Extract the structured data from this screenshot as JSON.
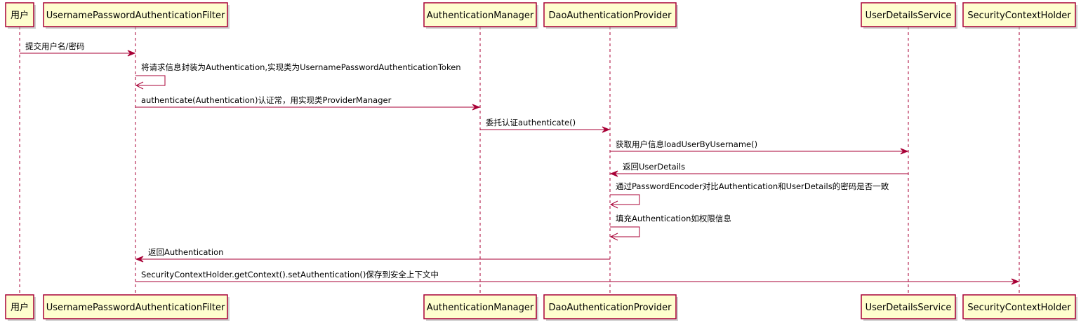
{
  "colors": {
    "participant_fill": "#FEFECE",
    "participant_border": "#A80036",
    "arrow": "#A80036",
    "text": "#000000"
  },
  "participants": [
    "用户",
    "UsernamePasswordAuthenticationFilter",
    "AuthenticationManager",
    "DaoAuthenticationProvider",
    "UserDetailsService",
    "SecurityContextHolder"
  ],
  "messages": [
    {
      "from": 0,
      "to": 1,
      "text": "提交用户名/密码"
    },
    {
      "from": 1,
      "to": 1,
      "text": "将请求信息封装为Authentication,实现类为UsernamePasswordAuthenticationToken"
    },
    {
      "from": 1,
      "to": 2,
      "text": "authenticate(Authentication)认证常，用实现类ProviderManager"
    },
    {
      "from": 2,
      "to": 3,
      "text": "委托认证authenticate()"
    },
    {
      "from": 3,
      "to": 4,
      "text": "获取用户信息loadUserByUsername()"
    },
    {
      "from": 4,
      "to": 3,
      "text": "返回UserDetails"
    },
    {
      "from": 3,
      "to": 3,
      "text": "通过PasswordEncoder对比Authentication和UserDetails的密码是否一致"
    },
    {
      "from": 3,
      "to": 3,
      "text": "填充Authentication如权限信息"
    },
    {
      "from": 3,
      "to": 1,
      "text": "返回Authentication"
    },
    {
      "from": 1,
      "to": 5,
      "text": "SecurityContextHolder.getContext().setAuthentication()保存到安全上下文中"
    }
  ]
}
